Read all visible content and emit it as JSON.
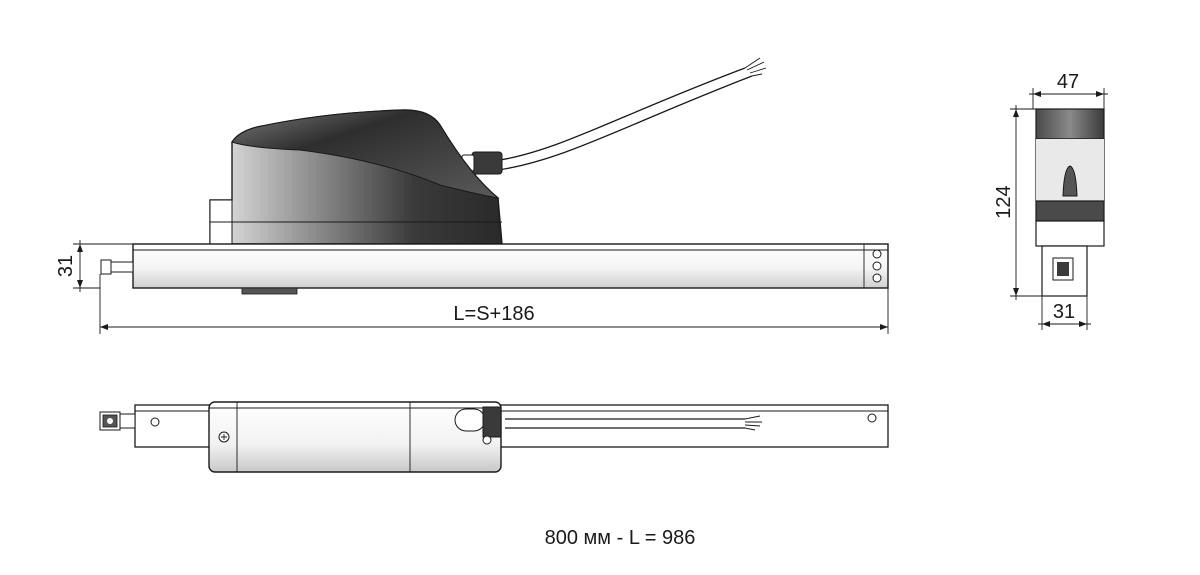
{
  "side_view": {
    "height_label": "31",
    "length_label": "L=S+186"
  },
  "end_view": {
    "width_top_label": "47",
    "height_label": "124",
    "width_bottom_label": "31"
  },
  "caption": "800 мм -  L = 986",
  "colors": {
    "line": "#1a1a1a",
    "background": "#ffffff",
    "shade_dark": "#555555",
    "shade_light": "#d9d9d9"
  }
}
